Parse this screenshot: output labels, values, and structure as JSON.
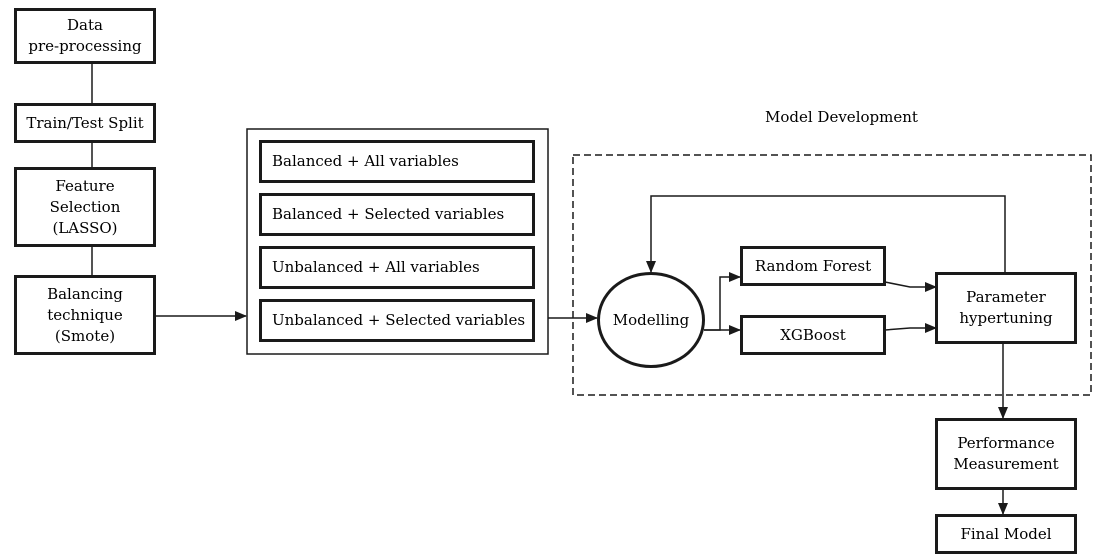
{
  "pipeline": {
    "data_preprocessing": "Data\npre-processing",
    "train_test_split": "Train/Test Split",
    "feature_selection": "Feature\nSelection\n(LASSO)",
    "balancing": "Balancing\ntechnique\n(Smote)"
  },
  "variants": [
    "Balanced + All variables",
    "Balanced + Selected variables",
    "Unbalanced + All variables",
    "Unbalanced + Selected variables"
  ],
  "model_development": {
    "title": "Model Development",
    "modelling": "Modelling",
    "random_forest": "Random Forest",
    "xgboost": "XGBoost",
    "parameter_tuning": "Parameter\nhypertuning"
  },
  "evaluation": {
    "performance": "Performance\nMeasurement",
    "final_model": "Final Model"
  },
  "colors": {
    "stroke": "#1a1a1a",
    "background": "#ffffff"
  }
}
